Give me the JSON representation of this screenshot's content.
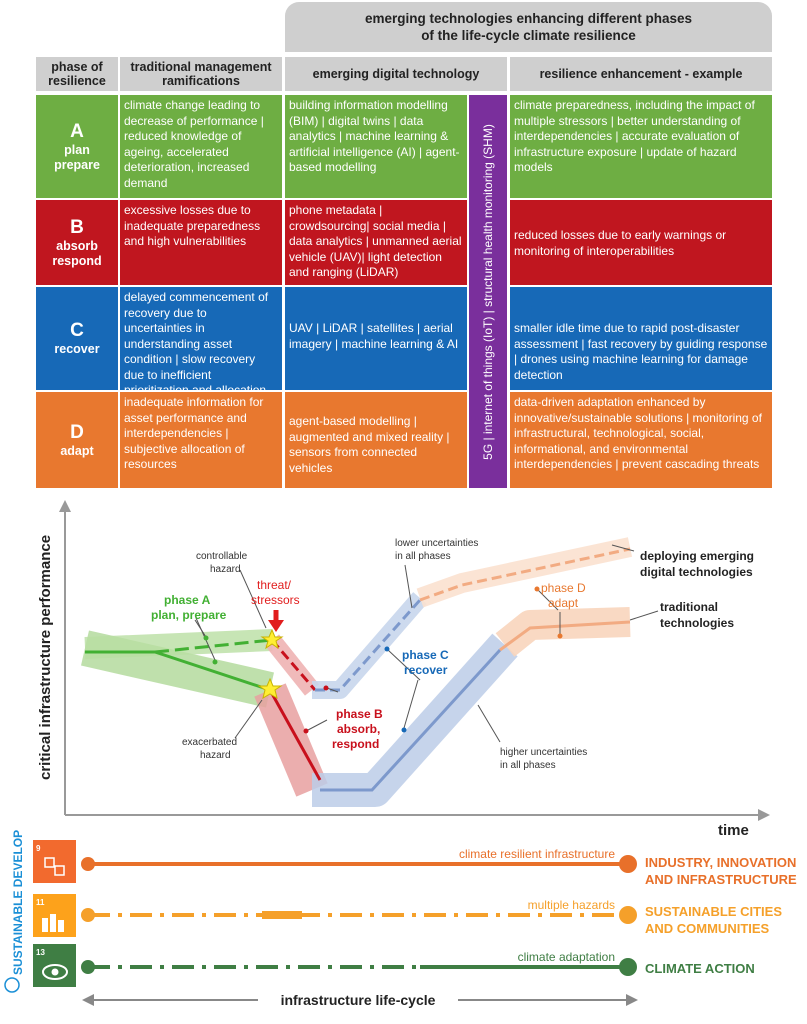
{
  "header": {
    "line1": "emerging technologies enhancing different phases",
    "line2": "of the life-cycle climate resilience"
  },
  "columns": {
    "phase": "phase of resilience",
    "traditional": "traditional management ramifications",
    "digital": "emerging digital technology",
    "resilience": "resilience enhancement - example"
  },
  "iot_label": "5G | internet of things (IoT) | structural health monitoring (SHM)",
  "rows": [
    {
      "letter": "A",
      "name1": "plan",
      "name2": "prepare",
      "traditional": "climate change leading to decrease  of performance | reduced knowledge of ageing, accelerated deterioration, increased demand",
      "digital": "building information modelling (BIM) | digital twins | data analytics | machine learning & artificial intelligence (AI) | agent-based modelling",
      "resilience": "climate preparedness, including the impact of multiple stressors | better understanding of interdependencies | accurate evaluation of infrastructure exposure | update of hazard models"
    },
    {
      "letter": "B",
      "name1": "absorb",
      "name2": "respond",
      "traditional": "excessive losses due to inadequate preparedness and high vulnerabilities",
      "digital": "phone metadata | crowdsourcing| social media | data analytics | unmanned aerial vehicle (UAV)| light detection and ranging (LiDAR)",
      "resilience": "reduced losses due to early warnings or monitoring of interoperabilities"
    },
    {
      "letter": "C",
      "name1": "recover",
      "name2": "",
      "traditional": "delayed commencement of recovery due to uncertainties in understanding asset condition | slow recovery due to inefficient prioritization and allocation of resources",
      "digital": "UAV | LiDAR | satellites | aerial imagery | machine learning & AI",
      "resilience": "smaller idle time due to rapid post-disaster assessment | fast recovery by guiding response | drones using machine learning for damage detection"
    },
    {
      "letter": "D",
      "name1": "adapt",
      "name2": "",
      "traditional": "inadequate information for asset performance and interdependencies | subjective allocation of resources",
      "digital": "agent-based modelling | augmented and mixed reality | sensors from connected vehicles",
      "resilience": "data-driven adaptation enhanced by innovative/sustainable solutions | monitoring of infrastructural, technological, social, informational, and environmental interdependencies | prevent cascading threats"
    }
  ],
  "chart": {
    "ylabel": "critical infrastructure performance",
    "xlabel": "time",
    "controllable": "controllable",
    "controllable2": "hazard",
    "threat1": "threat/",
    "threat2": "stressors",
    "phaseA1": "phase A",
    "phaseA2": "plan, prepare",
    "exacerbated1": "exacerbated",
    "exacerbated2": "hazard",
    "phaseB1": "phase B",
    "phaseB2": "absorb,",
    "phaseB3": "respond",
    "phaseC1": "phase C",
    "phaseC2": "recover",
    "phaseD1": "phase D",
    "phaseD2": "adapt",
    "lower1": "lower uncertainties",
    "lower2": "in all phases",
    "higher1": "higher uncertainties",
    "higher2": "in all phases",
    "deploying1": "deploying emerging",
    "deploying2": "digital technologies",
    "traditional1": "traditional",
    "traditional2": "technologies"
  },
  "sdg": {
    "side_label": "SUSTAINABLE DEVELOPMENT GOALS",
    "lines": [
      {
        "num": "9",
        "caption": "INDUSTRY, INNOVATION AND INFRASTRUCTURE",
        "line_label": "climate resilient infrastructure",
        "label1": "INDUSTRY, INNOVATION",
        "label2": "AND INFRASTRUCTURE",
        "color": "#e8702a"
      },
      {
        "num": "11",
        "caption": "SUSTAINABLE CITIES AND COMMUNITIES",
        "line_label": "multiple hazards",
        "label1": "SUSTAINABLE CITIES",
        "label2": "AND COMMUNITIES",
        "color": "#f5a02a"
      },
      {
        "num": "13",
        "caption": "CLIMATE ACTION",
        "line_label": "climate adaptation",
        "label1": "CLIMATE ACTION",
        "label2": "",
        "color": "#3f7e44"
      }
    ],
    "lifecycle": "infrastructure life-cycle"
  }
}
